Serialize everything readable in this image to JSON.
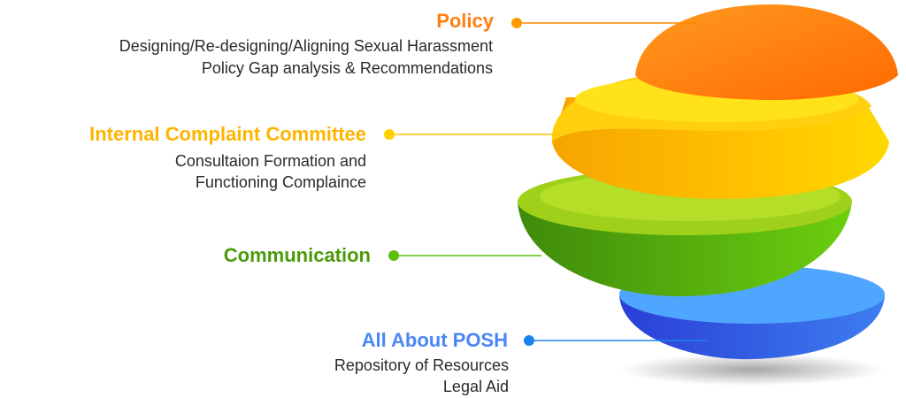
{
  "layers": [
    {
      "title": "Policy",
      "color": "#ff7f0f",
      "lines": [
        "Designing/Re-designing/Aligning Sexual Harassment",
        "Policy Gap analysis & Recommendations"
      ]
    },
    {
      "title": "Internal Complaint Committee",
      "color": "#ffb400",
      "lines": [
        "Consultaion Formation and",
        "Functioning Complaince"
      ]
    },
    {
      "title": "Communication",
      "color": "#4c9a0c",
      "lines": []
    },
    {
      "title": "All About POSH",
      "color": "#4a86f7",
      "lines": [
        "Repository of Resources",
        "Legal Aid"
      ]
    }
  ]
}
